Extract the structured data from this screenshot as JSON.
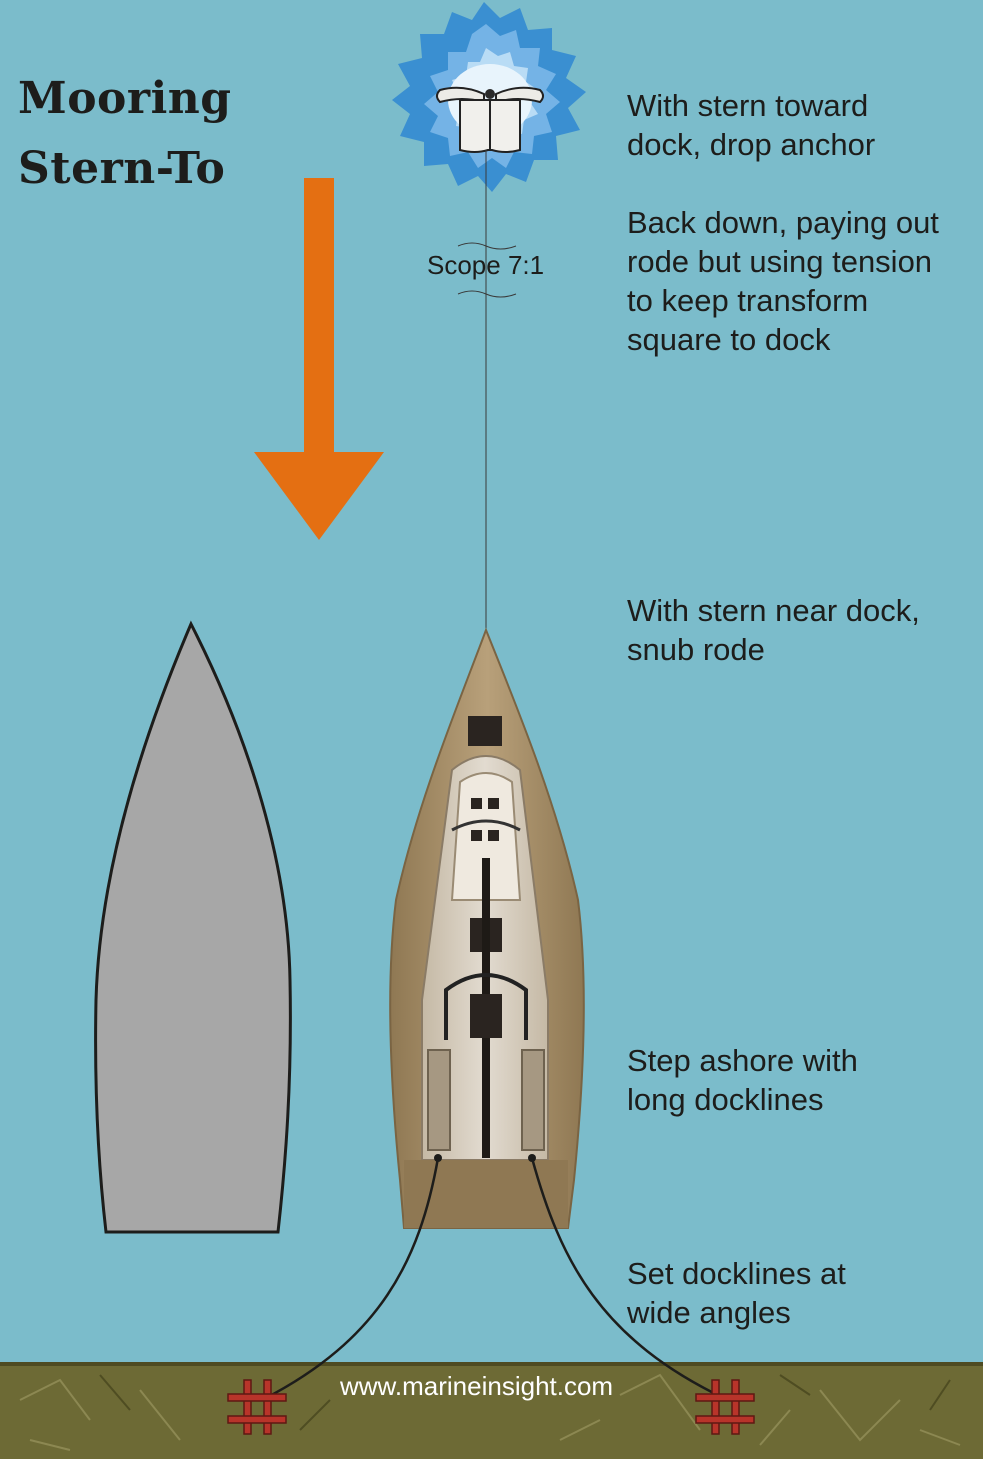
{
  "title": {
    "line1": "Mooring",
    "line2": "Stern-To"
  },
  "steps": [
    {
      "lines": [
        "With stern toward",
        "dock, drop anchor"
      ]
    },
    {
      "lines": [
        "Back down, paying out",
        "rode but using tension",
        "to keep transform",
        "square to dock"
      ]
    },
    {
      "lines": [
        "With stern near dock,",
        "snub rode"
      ]
    },
    {
      "lines": [
        "Step ashore with",
        "long docklines"
      ]
    },
    {
      "lines": [
        "Set docklines at",
        "wide angles"
      ]
    }
  ],
  "scope_label": "Scope 7:1",
  "website": "www.marineinsight.com",
  "colors": {
    "water": "#7bbccb",
    "arrow": "#e46f12",
    "neighbor_boat": "#a7a7a7",
    "hull": "#a88f6a",
    "deck": "#d2c8b8",
    "cleat": "#b8342a",
    "shore": "#6d6a35"
  }
}
